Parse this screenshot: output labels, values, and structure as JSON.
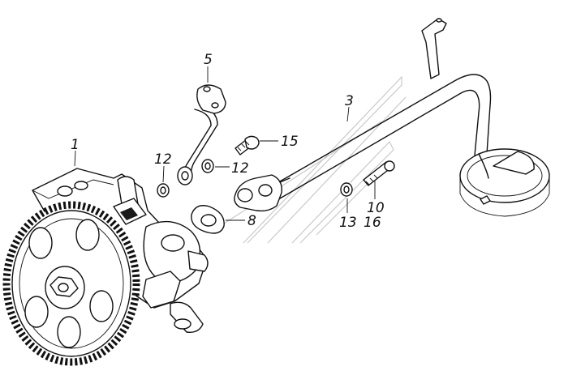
{
  "diagram": {
    "callouts": [
      {
        "id": "c1",
        "text": "1"
      },
      {
        "id": "c3",
        "text": "3"
      },
      {
        "id": "c5",
        "text": "5"
      },
      {
        "id": "c8",
        "text": "8"
      },
      {
        "id": "c10",
        "text": "10"
      },
      {
        "id": "c12a",
        "text": "12"
      },
      {
        "id": "c12b",
        "text": "12"
      },
      {
        "id": "c13",
        "text": "13"
      },
      {
        "id": "c15",
        "text": "15"
      },
      {
        "id": "c16",
        "text": "16"
      }
    ]
  },
  "colors": {
    "ink": "#111111",
    "paper": "#ffffff",
    "watermark": "#c9c9c9"
  }
}
